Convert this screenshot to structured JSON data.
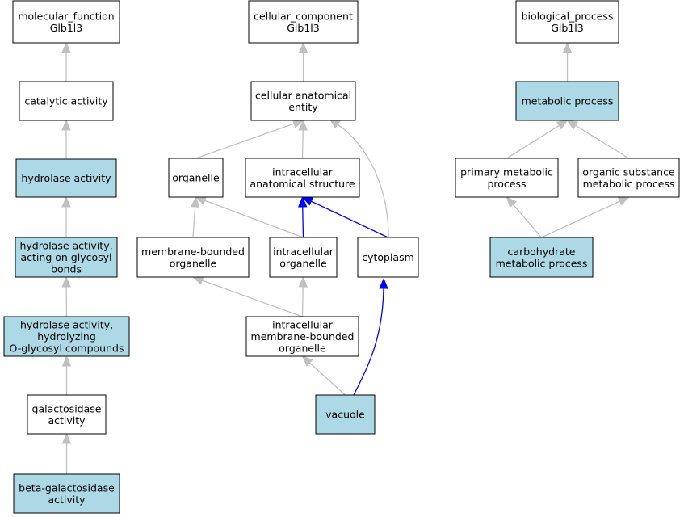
{
  "colors": {
    "highlight_fill": "#add8e6",
    "default_fill": "#ffffff",
    "gray_edge": "#c0c0c0",
    "blue_edge": "#0000ff"
  },
  "nodes": {
    "mf_root": {
      "lines": [
        "molecular_function",
        "Glb1l3"
      ],
      "highlighted": false
    },
    "catalytic": {
      "lines": [
        "catalytic activity"
      ],
      "highlighted": false
    },
    "hydrolase": {
      "lines": [
        "hydrolase activity"
      ],
      "highlighted": true
    },
    "hydrolase_glycosyl": {
      "lines": [
        "hydrolase activity,",
        "acting on glycosyl",
        "bonds"
      ],
      "highlighted": true
    },
    "hydrolase_oglycosyl": {
      "lines": [
        "hydrolase activity,",
        "hydrolyzing",
        "O-glycosyl compounds"
      ],
      "highlighted": true
    },
    "galactosidase": {
      "lines": [
        "galactosidase",
        "activity"
      ],
      "highlighted": false
    },
    "beta_galactosidase": {
      "lines": [
        "beta-galactosidase",
        "activity"
      ],
      "highlighted": true
    },
    "cc_root": {
      "lines": [
        "cellular_component",
        "Glb1l3"
      ],
      "highlighted": false
    },
    "anatomical_entity": {
      "lines": [
        "cellular anatomical",
        "entity"
      ],
      "highlighted": false
    },
    "organelle": {
      "lines": [
        "organelle"
      ],
      "highlighted": false
    },
    "intracellular_structure": {
      "lines": [
        "intracellular",
        "anatomical structure"
      ],
      "highlighted": false
    },
    "membrane_bounded": {
      "lines": [
        "membrane-bounded",
        "organelle"
      ],
      "highlighted": false
    },
    "intracellular_organelle": {
      "lines": [
        "intracellular",
        "organelle"
      ],
      "highlighted": false
    },
    "cytoplasm": {
      "lines": [
        "cytoplasm"
      ],
      "highlighted": false
    },
    "intracellular_membrane_bounded": {
      "lines": [
        "intracellular",
        "membrane-bounded",
        "organelle"
      ],
      "highlighted": false
    },
    "vacuole": {
      "lines": [
        "vacuole"
      ],
      "highlighted": true
    },
    "bp_root": {
      "lines": [
        "biological_process",
        "Glb1l3"
      ],
      "highlighted": false
    },
    "metabolic": {
      "lines": [
        "metabolic process"
      ],
      "highlighted": true
    },
    "primary_metabolic": {
      "lines": [
        "primary metabolic",
        "process"
      ],
      "highlighted": false
    },
    "organic_substance": {
      "lines": [
        "organic substance",
        "metabolic process"
      ],
      "highlighted": false
    },
    "carbohydrate_metabolic": {
      "lines": [
        "carbohydrate",
        "metabolic process"
      ],
      "highlighted": true
    }
  },
  "edges": [
    {
      "from": "catalytic",
      "to": "mf_root",
      "color": "gray"
    },
    {
      "from": "hydrolase",
      "to": "catalytic",
      "color": "gray"
    },
    {
      "from": "hydrolase_glycosyl",
      "to": "hydrolase",
      "color": "gray"
    },
    {
      "from": "hydrolase_oglycosyl",
      "to": "hydrolase_glycosyl",
      "color": "gray"
    },
    {
      "from": "galactosidase",
      "to": "hydrolase_oglycosyl",
      "color": "gray"
    },
    {
      "from": "beta_galactosidase",
      "to": "galactosidase",
      "color": "gray"
    },
    {
      "from": "anatomical_entity",
      "to": "cc_root",
      "color": "gray"
    },
    {
      "from": "organelle",
      "to": "anatomical_entity",
      "color": "gray"
    },
    {
      "from": "intracellular_structure",
      "to": "anatomical_entity",
      "color": "gray"
    },
    {
      "from": "cytoplasm",
      "to": "anatomical_entity",
      "color": "gray"
    },
    {
      "from": "membrane_bounded",
      "to": "organelle",
      "color": "gray"
    },
    {
      "from": "intracellular_organelle",
      "to": "organelle",
      "color": "gray"
    },
    {
      "from": "intracellular_organelle",
      "to": "intracellular_structure",
      "color": "blue"
    },
    {
      "from": "cytoplasm",
      "to": "intracellular_structure",
      "color": "blue"
    },
    {
      "from": "intracellular_membrane_bounded",
      "to": "membrane_bounded",
      "color": "gray"
    },
    {
      "from": "intracellular_membrane_bounded",
      "to": "intracellular_organelle",
      "color": "gray"
    },
    {
      "from": "vacuole",
      "to": "intracellular_membrane_bounded",
      "color": "gray"
    },
    {
      "from": "vacuole",
      "to": "cytoplasm",
      "color": "blue"
    },
    {
      "from": "metabolic",
      "to": "bp_root",
      "color": "gray"
    },
    {
      "from": "primary_metabolic",
      "to": "metabolic",
      "color": "gray"
    },
    {
      "from": "organic_substance",
      "to": "metabolic",
      "color": "gray"
    },
    {
      "from": "carbohydrate_metabolic",
      "to": "primary_metabolic",
      "color": "gray"
    },
    {
      "from": "carbohydrate_metabolic",
      "to": "organic_substance",
      "color": "gray"
    }
  ]
}
